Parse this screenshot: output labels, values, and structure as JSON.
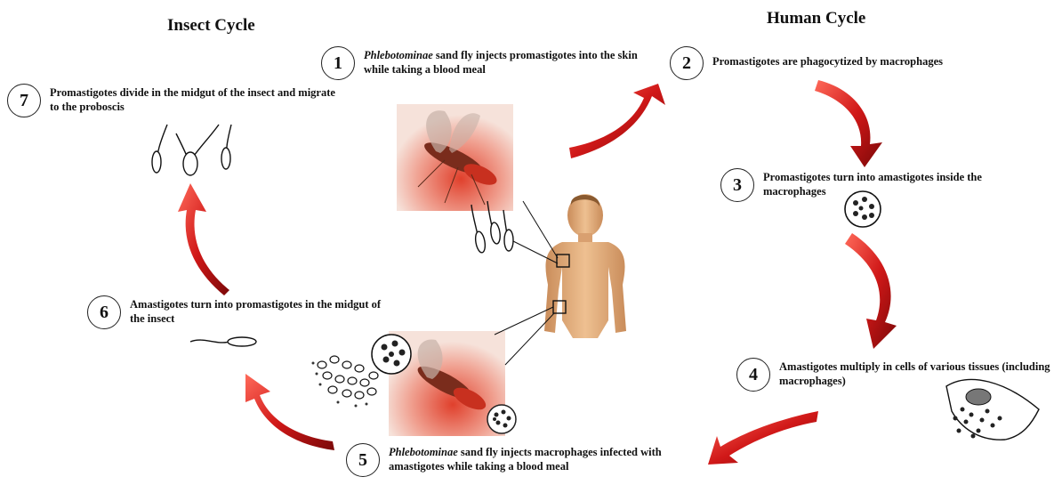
{
  "headings": {
    "insect_cycle": "Insect Cycle",
    "human_cycle": "Human Cycle"
  },
  "steps": [
    {
      "number": "1",
      "italic": "Phlebotominae",
      "text": " sand fly injects promastigotes into the skin while taking a blood meal"
    },
    {
      "number": "2",
      "italic": "",
      "text": "Promastigotes are phagocytized by macrophages"
    },
    {
      "number": "3",
      "italic": "",
      "text": "Promastigotes turn into amastigotes inside the macrophages"
    },
    {
      "number": "4",
      "italic": "",
      "text": "Amastigotes multiply in cells of various tissues (including macrophages)"
    },
    {
      "number": "5",
      "italic": "Phlebotominae",
      "text": " sand fly injects macrophages infected with amastigotes while taking a blood meal"
    },
    {
      "number": "6",
      "italic": "",
      "text": "Amastigotes turn into promastigotes in the midgut of the insect"
    },
    {
      "number": "7",
      "italic": "",
      "text": "Promastigotes divide in the midgut of the insect and migrate to the proboscis"
    }
  ],
  "colors": {
    "arrow": "#d01818",
    "arrow_dark": "#8a0a0a",
    "skin": "#e8b27e",
    "blood": "#e04a35"
  },
  "icons": [
    "sand-fly-image",
    "human-figure-image",
    "promastigote-icon",
    "amastigote-icon",
    "macrophage-icon",
    "cycle-arrow-icon"
  ]
}
